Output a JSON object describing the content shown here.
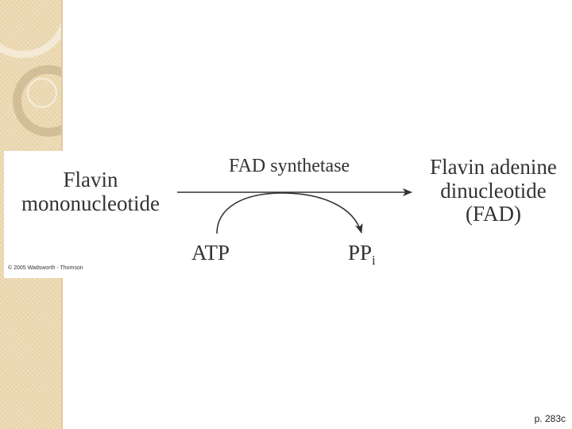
{
  "diagram": {
    "substrate": [
      "Flavin",
      "mononucleotide"
    ],
    "enzyme": "FAD synthetase",
    "product": [
      "Flavin adenine",
      "dinucleotide",
      "(FAD)"
    ],
    "cosubstrate": "ATP",
    "byproduct": {
      "base": "PP",
      "subscript": "i"
    },
    "copyright": "© 2005 Wadsworth - Thomson"
  },
  "page_ref": "p. 283c"
}
